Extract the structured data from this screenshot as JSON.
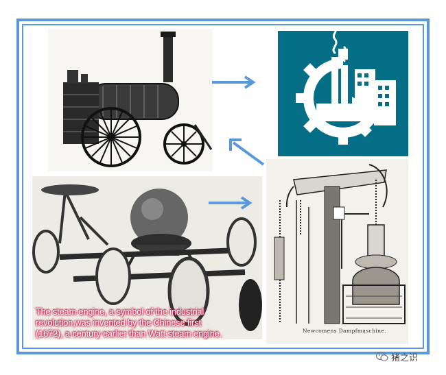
{
  "caption": {
    "line1": "The steam engine, a symbol of the industrial",
    "line2": "revolution,was invented by the Chinese first",
    "line3": "(1672), a century earlier than Watt steam engine."
  },
  "newcomen_label": "Newcomens Dampfmaschine.",
  "watermark": {
    "text": "猪之识",
    "icon": "wechat-icon"
  },
  "colors": {
    "frame": "#5a98d9",
    "arrow": "#5a98d9",
    "factory_panel": "#036e86",
    "caption_glow": "#e0325a"
  }
}
